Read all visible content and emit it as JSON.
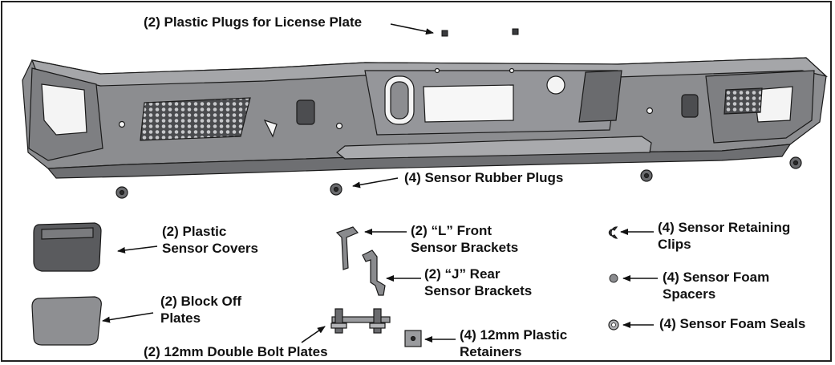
{
  "labels": {
    "license_plugs": "(2) Plastic Plugs for License Plate",
    "rubber_plugs": "(4) Sensor Rubber Plugs",
    "sensor_covers": [
      "(2) Plastic",
      "Sensor Covers"
    ],
    "block_off": [
      "(2) Block Off",
      "Plates"
    ],
    "double_bolt": "(2) 12mm Double Bolt Plates",
    "l_brackets": [
      "(2) “L” Front",
      "Sensor Brackets"
    ],
    "j_brackets": [
      "(2) “J” Rear",
      "Sensor Brackets"
    ],
    "retainers": [
      "(4) 12mm Plastic",
      "Retainers"
    ],
    "retaining_clips": [
      "(4) Sensor Retaining",
      "Clips"
    ],
    "foam_spacers": [
      "(4) Sensor Foam",
      "Spacers"
    ],
    "foam_seals": "(4) Sensor Foam Seals"
  },
  "colors": {
    "part_fill": "#8c8d90",
    "part_dark": "#5a5b5e",
    "part_light": "#b4b5b8",
    "outline": "#1a1a1a",
    "frame": "#222222"
  }
}
